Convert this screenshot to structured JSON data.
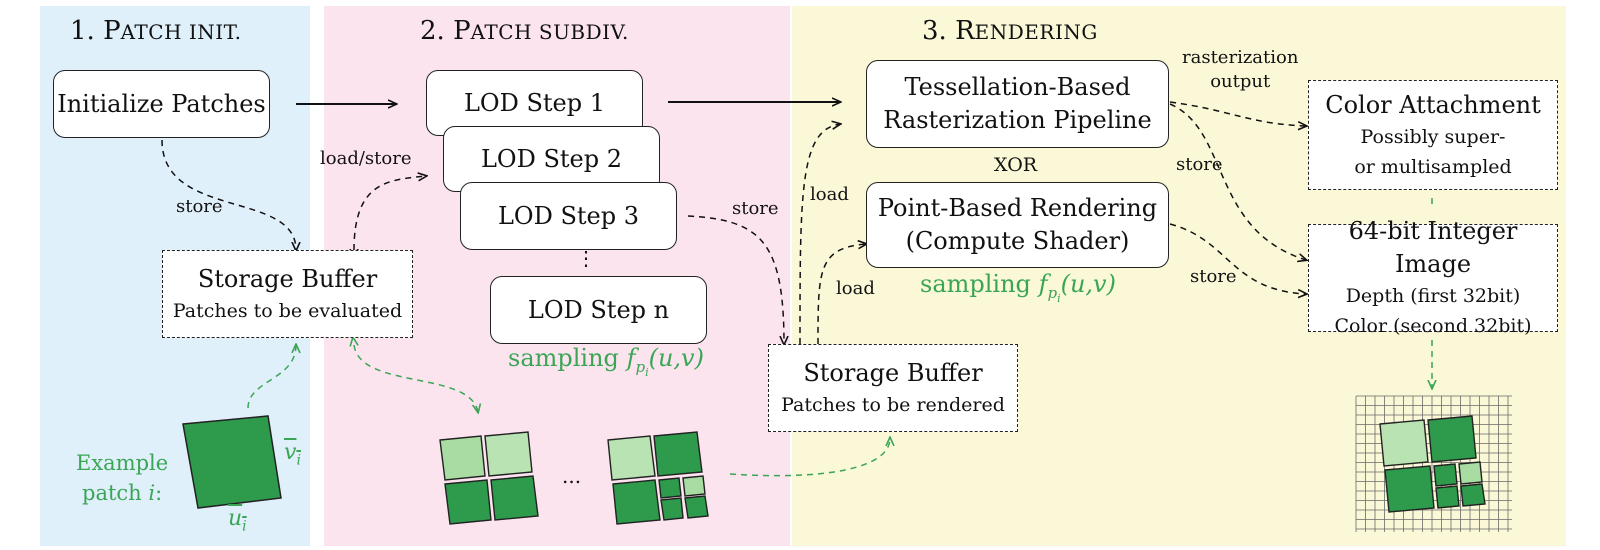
{
  "panels": {
    "p1": {
      "num": "1.",
      "cap": "P",
      "rest": "ATCH INIT."
    },
    "p2": {
      "num": "2.",
      "cap": "P",
      "rest": "ATCH SUBDIV."
    },
    "p3": {
      "num": "3.",
      "cap": "R",
      "rest": "ENDERING"
    }
  },
  "boxes": {
    "init": "Initialize Patches",
    "lod1": "LOD Step 1",
    "lod2": "LOD Step 2",
    "lod3": "LOD Step 3",
    "lodn": "LOD Step n",
    "dots": "⋮",
    "tess_l1": "Tessellation-Based",
    "tess_l2": "Rasterization Pipeline",
    "xor": "XOR",
    "point_l1": "Point-Based Rendering",
    "point_l2": "(Compute Shader)",
    "sb1_title": "Storage Buffer",
    "sb1_sub": "Patches to be evaluated",
    "sb2_title": "Storage Buffer",
    "sb2_sub": "Patches to be rendered",
    "color_title": "Color Attachment",
    "color_l1": "Possibly super-",
    "color_l2": "or multisampled",
    "int_title": "64-bit Integer Image",
    "int_l1": "Depth (first 32bit)",
    "int_l2": "Color (second 32bit)"
  },
  "labels": {
    "store1": "store",
    "loadstore": "load/store",
    "store2": "store",
    "load1": "load",
    "load2": "load",
    "store3": "store",
    "store4": "store",
    "raster_l1": "rasterization",
    "raster_l2": "output",
    "ellipsis": "...",
    "example_l1": "Example",
    "example_l2": "patch",
    "example_i": "i",
    "example_colon": ":",
    "vbar": "v",
    "ubar": "u",
    "sub_i": "i",
    "sampling": "sampling",
    "f": "f",
    "p": "p",
    "pi": "i",
    "args": "(u,v)"
  },
  "colors": {
    "green_accent": "#3aa655",
    "patch_dark": "#2e9a4b",
    "patch_light": "#a8dca2",
    "panel1": "#dff0fb",
    "panel2": "#fce4ef",
    "panel3": "#fbf8d8"
  }
}
